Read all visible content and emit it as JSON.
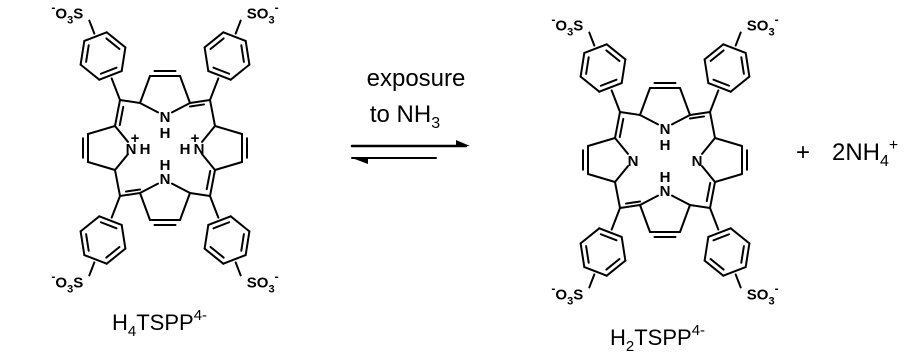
{
  "reaction": {
    "condition_line1": "exposure",
    "condition_line2": "to NH",
    "condition_sub": "3",
    "plus": "+",
    "product2_coef": "2NH",
    "product2_sub": "4",
    "product2_sup": "+"
  },
  "left": {
    "name_pre": "H",
    "name_sub": "4",
    "name_main": "TSPP",
    "name_sup": "4-",
    "sulfonate_pre": "O",
    "sulfonate_sub": "3",
    "sulfonate_s": "S",
    "sulfonate_charge": "-",
    "sulfonate_r": "SO",
    "n_label": "N",
    "h_label": "H",
    "plus_label": "+"
  },
  "right": {
    "name_pre": "H",
    "name_sub": "2",
    "name_main": "TSPP",
    "name_sup": "4-",
    "n_label": "N",
    "h_label": "H"
  },
  "colors": {
    "protonated_n": "#8fc23a",
    "free_base_n": "#e23a3a",
    "ink": "#000000"
  }
}
